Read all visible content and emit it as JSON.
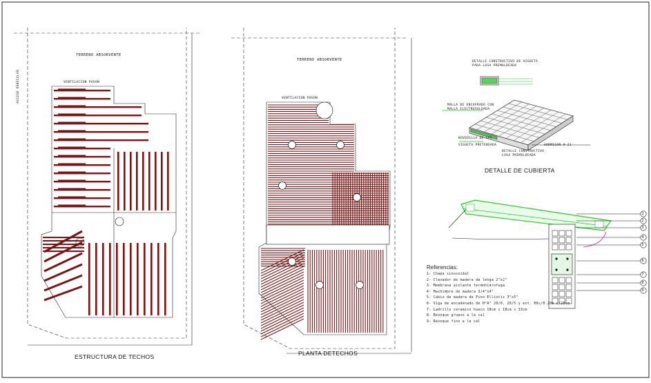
{
  "colors": {
    "roof": "#7a1414",
    "line": "#111111",
    "green": "#2ec52e",
    "magenta": "#c21cc2"
  },
  "plan_left": {
    "ground_label": "TERRENO ABSORVENTE",
    "vent_label": "VENTILACION POSON",
    "access_label": "ACCESO VEHICULAR",
    "caption": "ESTRUCTURA DE TECHOS"
  },
  "plan_middle": {
    "ground_label": "TERRENO ABSORVENTE",
    "vent_label": "VENTILACION POSON",
    "caption": "PLANTA DETECHOS"
  },
  "detail_top": {
    "title_line1": "DETALLE CONSTRUCTIVO DE VIGUETA",
    "title_line2": "PARA LOSA PREMOLDEADA",
    "note_left1": "MALLA DE ENCOFRADO CON",
    "note_left2": "MALLA ELECTROSOLDADA",
    "note_bottom_left": "BOVEDILLA DE EPS",
    "note_bottom_mid": "VIGUETA PRETENSADA",
    "note_bottom_right": "HORMIGON H-21",
    "caption_line1": "DETALLE CONSTRUCTIVO",
    "caption_line2": "LOSA PREMOLDEADA",
    "heading": "DETALLE DE CUBIERTA"
  },
  "references": {
    "title": "Referencias:",
    "items": [
      "1- Chapa sinusoidal",
      "2- Clavador de madera de lenga 2\"x2\"",
      "3- Membrana aislante termohidrofuga",
      "4- Machimbre de madera 3/4\"x4\"",
      "5- Cabio de madera de Pino Elliotis 3\"x5\"",
      "6- Viga de encadenado de H°A° 20/0, 20/5 y est. 06c/0.20m c/20cm",
      "7- Ladrillo ceramico hueco 18cm x 18cm x 33cm",
      "8- Revoque grueso a la cal",
      "9- Revoque fino a la cal"
    ]
  },
  "callouts": [
    "1",
    "2",
    "3",
    "4",
    "5",
    "6",
    "7",
    "8",
    "9"
  ]
}
